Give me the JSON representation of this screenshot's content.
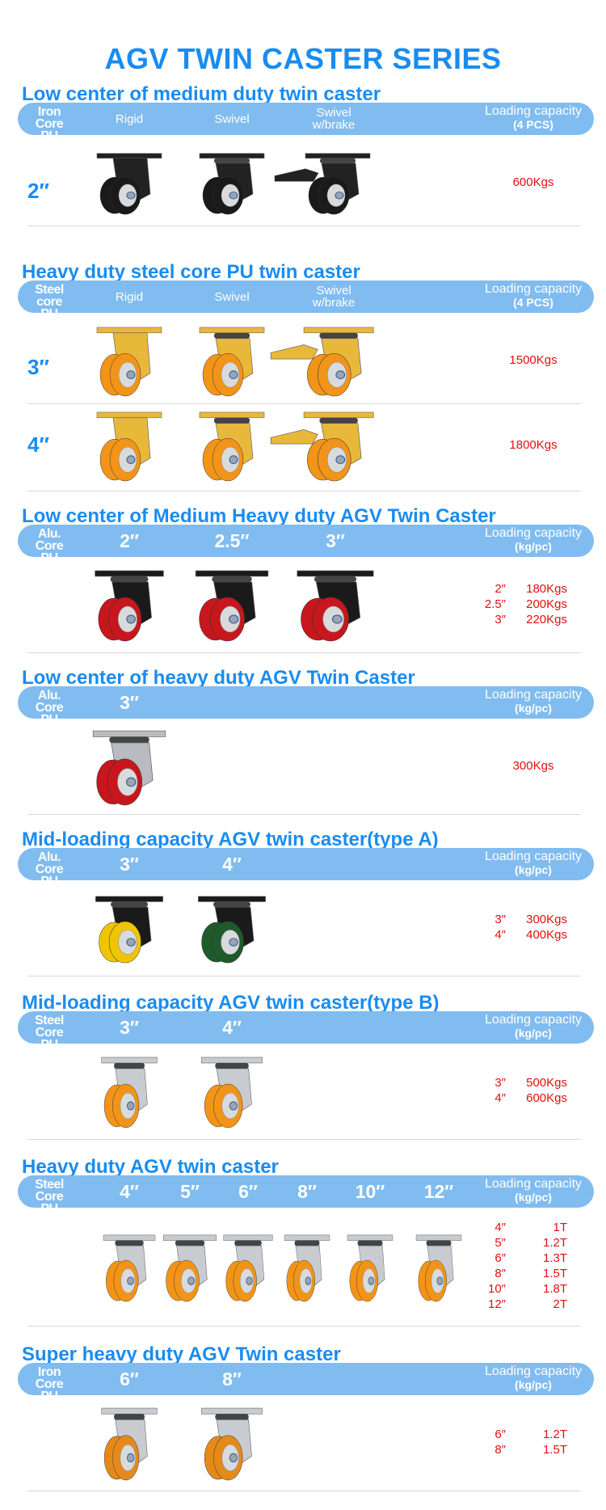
{
  "title": "AGV TWIN CASTER SERIES",
  "sections": [
    {
      "title": "Low center of medium duty twin caster",
      "core": [
        "Iron Core",
        "PU"
      ],
      "columns": [
        "Rigid",
        "Swivel",
        "Swivel\nw/brake"
      ],
      "col_style": "txt",
      "cap": [
        "Loading capacity",
        "(4 PCS)"
      ],
      "rows": [
        {
          "size": "2″",
          "casters": [
            {
              "wheel": "#1a1a1a",
              "bracket": "#222222",
              "type": "rigid"
            },
            {
              "wheel": "#1a1a1a",
              "bracket": "#222222",
              "type": "swivel"
            },
            {
              "wheel": "#1a1a1a",
              "bracket": "#222222",
              "type": "brake"
            }
          ],
          "capacity": "600Kgs"
        }
      ]
    },
    {
      "title": "Heavy duty steel core PU twin caster",
      "core": [
        "Steel core",
        "PU"
      ],
      "columns": [
        "Rigid",
        "Swivel",
        "Swivel\nw/brake"
      ],
      "col_style": "txt",
      "cap": [
        "Loading capacity",
        "(4 PCS)"
      ],
      "rows": [
        {
          "size": "3″",
          "casters": [
            {
              "wheel": "#f29418",
              "bracket": "#e8b83a",
              "type": "rigid"
            },
            {
              "wheel": "#f29418",
              "bracket": "#e8b83a",
              "type": "swivel"
            },
            {
              "wheel": "#f29418",
              "bracket": "#e8b83a",
              "type": "brake"
            }
          ],
          "capacity": "1500Kgs"
        },
        {
          "size": "4″",
          "casters": [
            {
              "wheel": "#f29418",
              "bracket": "#e8b83a",
              "type": "rigid"
            },
            {
              "wheel": "#f29418",
              "bracket": "#e8b83a",
              "type": "swivel"
            },
            {
              "wheel": "#f29418",
              "bracket": "#e8b83a",
              "type": "brake"
            }
          ],
          "capacity": "1800Kgs"
        }
      ]
    },
    {
      "title": "Low center of Medium Heavy duty AGV Twin Caster",
      "core": [
        "Alu. Core",
        "PU"
      ],
      "columns": [
        "2″",
        "2.5″",
        "3″"
      ],
      "col_style": "size",
      "cap": [
        "Loading capacity",
        "(kg/pc)"
      ],
      "rows": [
        {
          "casters": [
            {
              "wheel": "#c8161d",
              "bracket": "#1a1a1a",
              "type": "swivel"
            },
            {
              "wheel": "#c8161d",
              "bracket": "#1a1a1a",
              "type": "swivel"
            },
            {
              "wheel": "#c8161d",
              "bracket": "#1a1a1a",
              "type": "swivel"
            }
          ],
          "caplist": [
            [
              "2″",
              "180Kgs"
            ],
            [
              "2.5″",
              "200Kgs"
            ],
            [
              "3″",
              "220Kgs"
            ]
          ]
        }
      ]
    },
    {
      "title": "Low center of  heavy duty AGV Twin Caster",
      "core": [
        "Alu. Core",
        "PU"
      ],
      "columns": [
        "3″"
      ],
      "col_style": "size",
      "cap": [
        "Loading capacity",
        "(kg/pc)"
      ],
      "rows": [
        {
          "casters": [
            {
              "wheel": "#c8161d",
              "bracket": "#b8bcc0",
              "type": "swivel"
            }
          ],
          "capacity": "300Kgs"
        }
      ]
    },
    {
      "title": "Mid-loading capacity AGV twin caster(type A)",
      "core": [
        "Alu. Core",
        "PU"
      ],
      "columns": [
        "3″",
        "4″"
      ],
      "col_style": "size",
      "cap": [
        "Loading capacity",
        "(kg/pc)"
      ],
      "rows": [
        {
          "casters": [
            {
              "wheel": "#f0c400",
              "bracket": "#1a1a1a",
              "type": "swivel"
            },
            {
              "wheel": "#1e5a2a",
              "bracket": "#1a1a1a",
              "type": "swivel"
            }
          ],
          "caplist": [
            [
              "3″",
              "300Kgs"
            ],
            [
              "4″",
              "400Kgs"
            ]
          ]
        }
      ]
    },
    {
      "title": "Mid-loading capacity AGV twin caster(type B)",
      "core": [
        "Steel Core",
        "PU"
      ],
      "columns": [
        "3″",
        "4″"
      ],
      "col_style": "size",
      "cap": [
        "Loading capacity",
        "(kg/pc)"
      ],
      "rows": [
        {
          "casters": [
            {
              "wheel": "#f29418",
              "bracket": "#c8ccd0",
              "type": "swivel"
            },
            {
              "wheel": "#f29418",
              "bracket": "#c8ccd0",
              "type": "swivel"
            }
          ],
          "caplist": [
            [
              "3″",
              "500Kgs"
            ],
            [
              "4″",
              "600Kgs"
            ]
          ]
        }
      ]
    },
    {
      "title": "Heavy duty AGV twin caster",
      "core": [
        "Steel Core",
        "PU"
      ],
      "columns": [
        "4″",
        "5″",
        "6″",
        "8″",
        "10″",
        "12″"
      ],
      "col_style": "size",
      "cap": [
        "Loading capacity",
        "(kg/pc)"
      ],
      "rows": [
        {
          "casters": [
            {
              "wheel": "#f29418",
              "bracket": "#c8ccd0",
              "type": "swivel"
            },
            {
              "wheel": "#f29418",
              "bracket": "#c8ccd0",
              "type": "swivel"
            },
            {
              "wheel": "#f29418",
              "bracket": "#c8ccd0",
              "type": "swivel"
            },
            {
              "wheel": "#f29418",
              "bracket": "#c8ccd0",
              "type": "swivel"
            },
            {
              "wheel": "#f29418",
              "bracket": "#c8ccd0",
              "type": "swivel"
            },
            {
              "wheel": "#f29418",
              "bracket": "#c8ccd0",
              "type": "swivel"
            }
          ],
          "caplist": [
            [
              "4″",
              "1T"
            ],
            [
              "5″",
              "1.2T"
            ],
            [
              "6″",
              "1.3T"
            ],
            [
              "8″",
              "1.5T"
            ],
            [
              "10″",
              "1.8T"
            ],
            [
              "12″",
              "2T"
            ]
          ]
        }
      ]
    },
    {
      "title": "Super heavy duty AGV Twin caster",
      "core": [
        "Iron Core",
        "PU"
      ],
      "columns": [
        "6″",
        "8″"
      ],
      "col_style": "size",
      "cap": [
        "Loading capacity",
        "(kg/pc)"
      ],
      "rows": [
        {
          "casters": [
            {
              "wheel": "#e58a1a",
              "bracket": "#c8ccd0",
              "type": "swivel"
            },
            {
              "wheel": "#e58a1a",
              "bracket": "#c8ccd0",
              "type": "swivel"
            }
          ],
          "caplist": [
            [
              "6″",
              "1.2T"
            ],
            [
              "8″",
              "1.5T"
            ]
          ]
        }
      ]
    }
  ]
}
